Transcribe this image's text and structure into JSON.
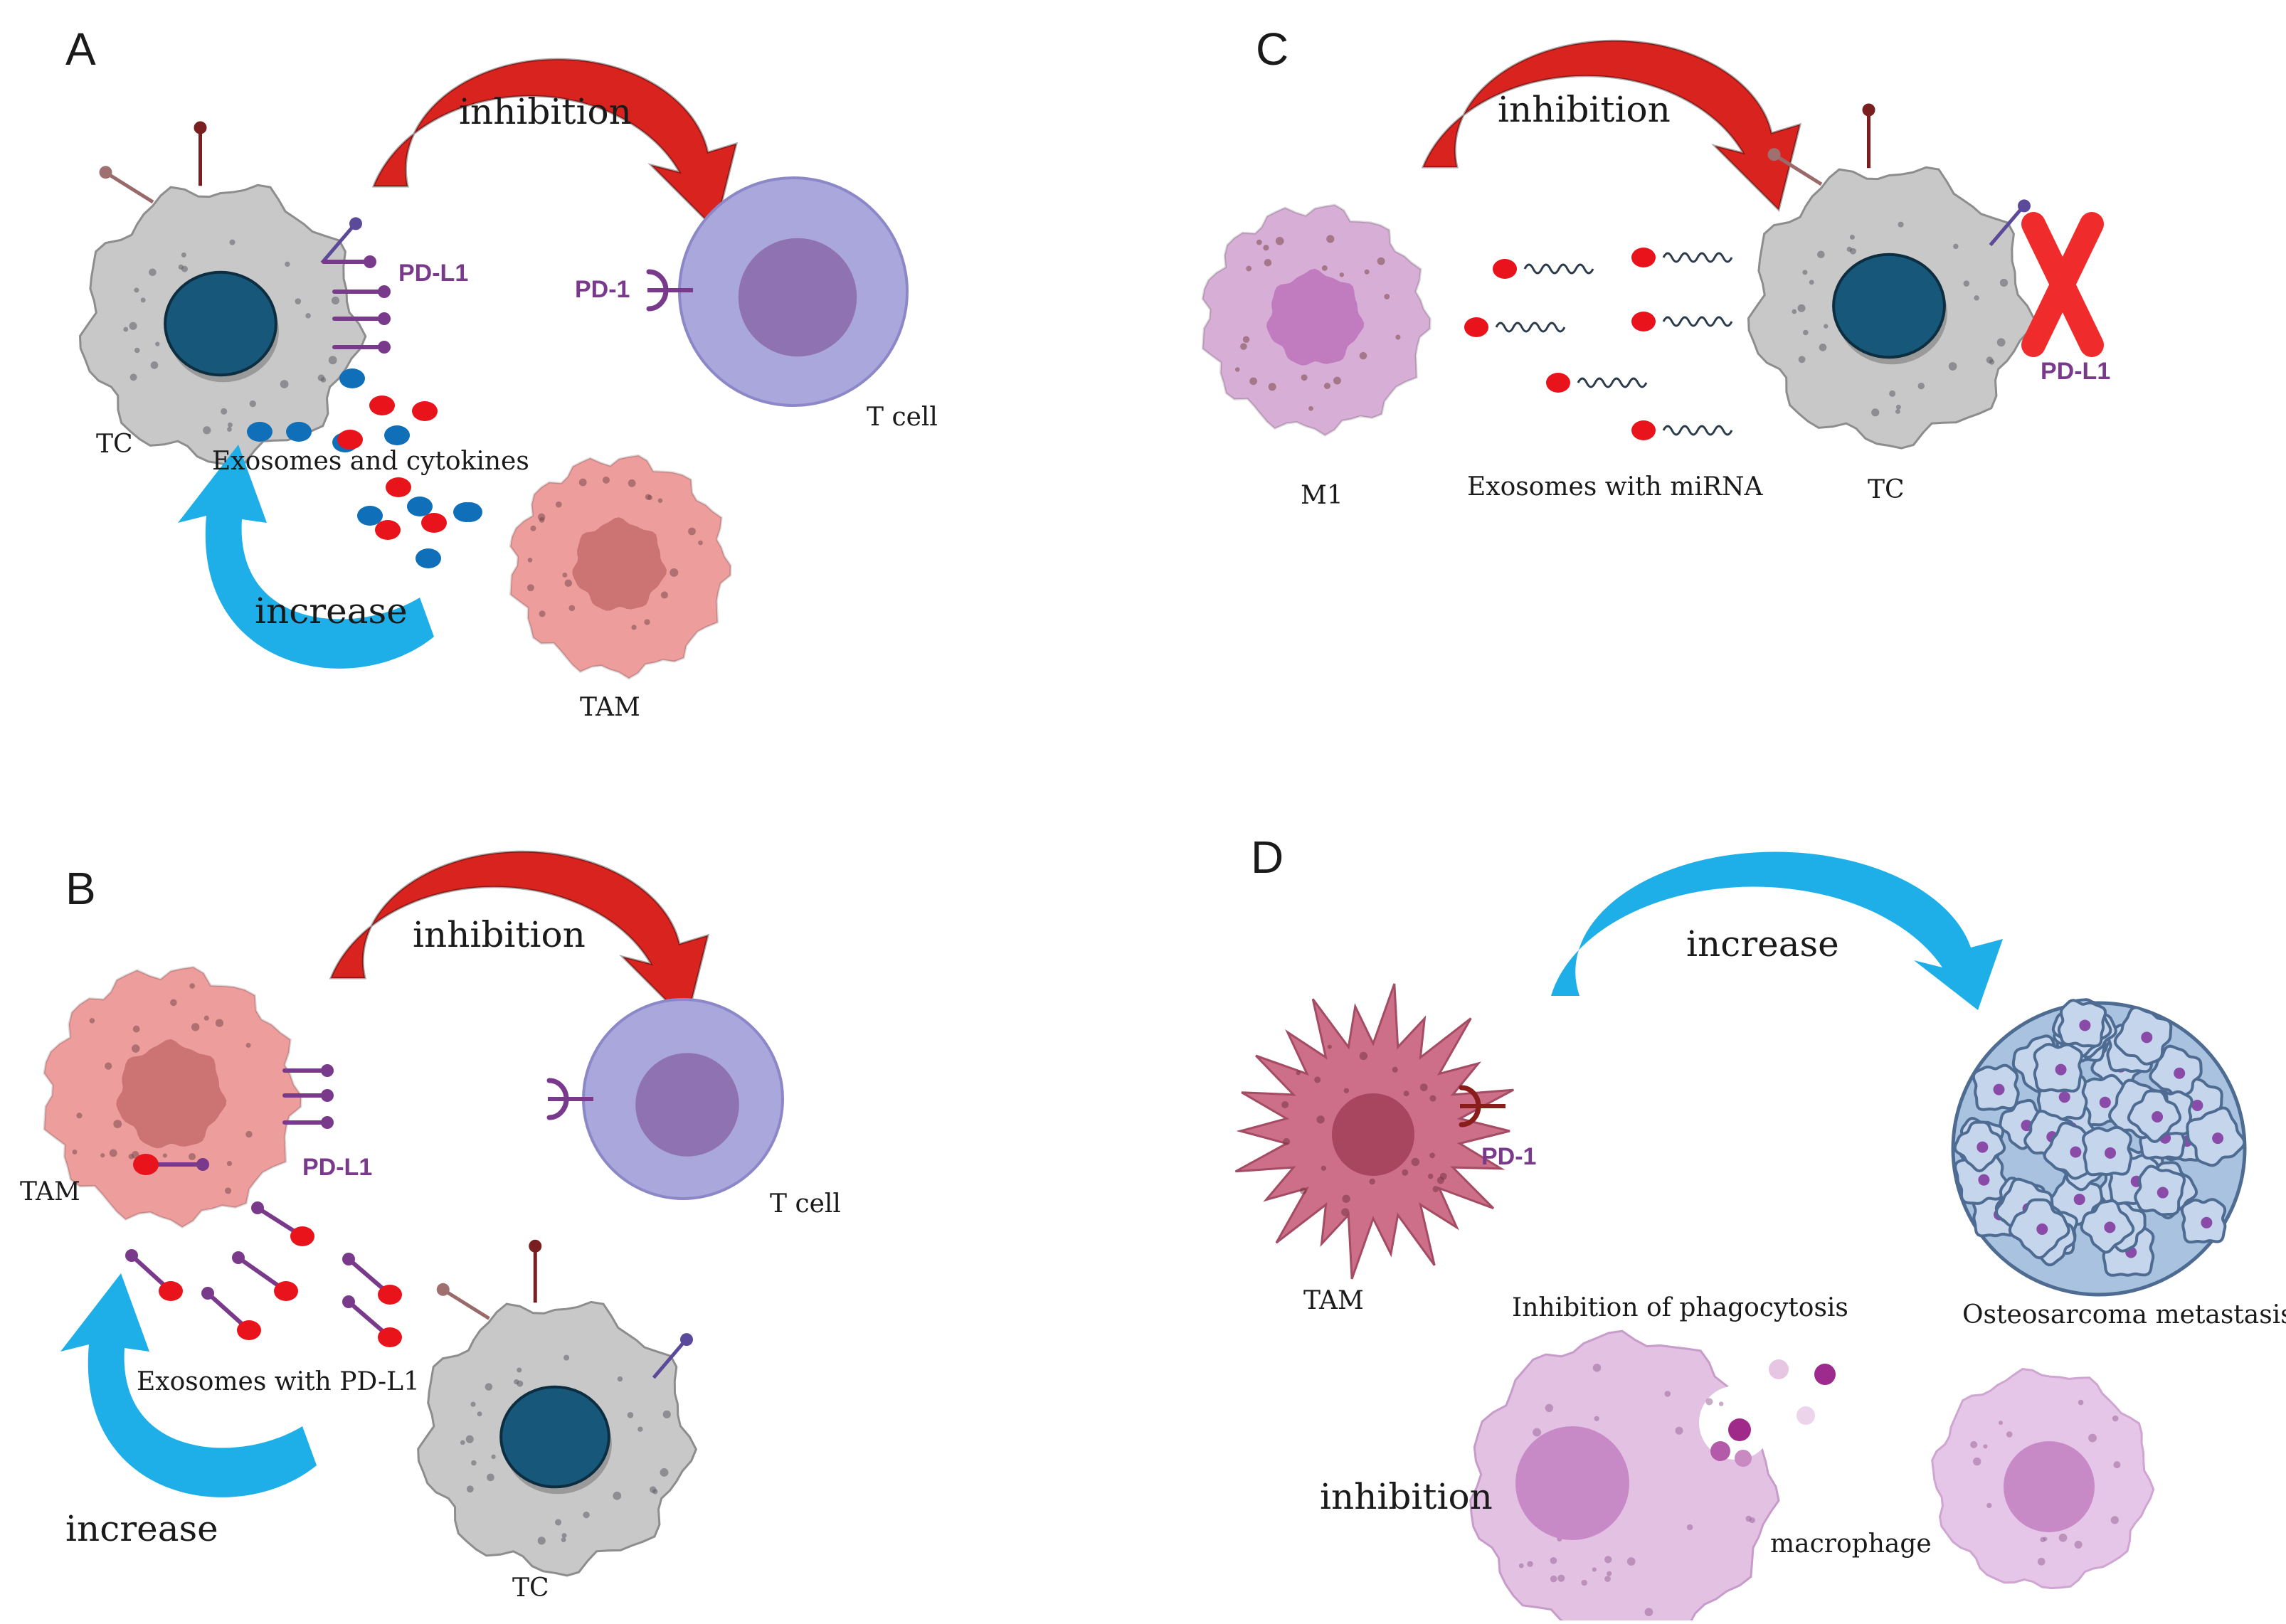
{
  "colors": {
    "tumor_cell": "#c8c8c8",
    "tumor_nucleus": "#17587a",
    "t_cell": "#a9a7dc",
    "t_cell_nucleus": "#8f72b2",
    "tam": "#ee9d9d",
    "tam_nucleus": "#cc7474",
    "m1": "#d7aed6",
    "m1_nucleus": "#c07cbf",
    "tam_d": "#cd6f88",
    "tam_d_nucleus": "#a9465f",
    "osteosarcoma": "#a9c2e0",
    "inhibition_arrow": "#d8231e",
    "increase_arrow": "#1eaee8",
    "pd_molecule": "#7a3a8c",
    "exosome_red": "#e8131b",
    "cytokine_blue": "#0f6fb8",
    "block_cross": "#ef2b2b"
  },
  "icons": {
    "tumor_cell": "tumor-cell-icon",
    "t_cell": "t-cell-icon",
    "macrophage": "macrophage-icon",
    "exosome": "exosome-icon",
    "mirna": "mirna-strand-icon",
    "cross": "block-cross-icon",
    "osteosarcoma": "osteosarcoma-cluster-icon"
  },
  "panels": {
    "a": {
      "letter": "A",
      "arrow_top": "inhibition",
      "arrow_loop": "increase",
      "tc_label": "TC",
      "pdl1_label": "PD-L1",
      "pd1_label": "PD-1",
      "tcell_label": "T cell",
      "exosomes_label": "Exosomes and cytokines",
      "tam_label": "TAM"
    },
    "b": {
      "letter": "B",
      "arrow_top": "inhibition",
      "arrow_loop": "increase",
      "tam_label": "TAM",
      "pdl1_label": "PD-L1",
      "tcell_label": "T cell",
      "exosomes_label": "Exosomes with PD-L1",
      "tc_label": "TC"
    },
    "c": {
      "letter": "C",
      "arrow_top": "inhibition",
      "m1_label": "M1",
      "exosomes_label": "Exosomes with miRNA",
      "tc_label": "TC",
      "pdl1_label": "PD-L1"
    },
    "d": {
      "letter": "D",
      "arrow_top": "increase",
      "tam_label": "TAM",
      "pd1_label": "PD-1",
      "phago_label": "Inhibition of phagocytosis",
      "osteo_label": "Osteosarcoma metastasis",
      "inhibition_label": "inhibition",
      "macrophage_label": "macrophage"
    }
  }
}
